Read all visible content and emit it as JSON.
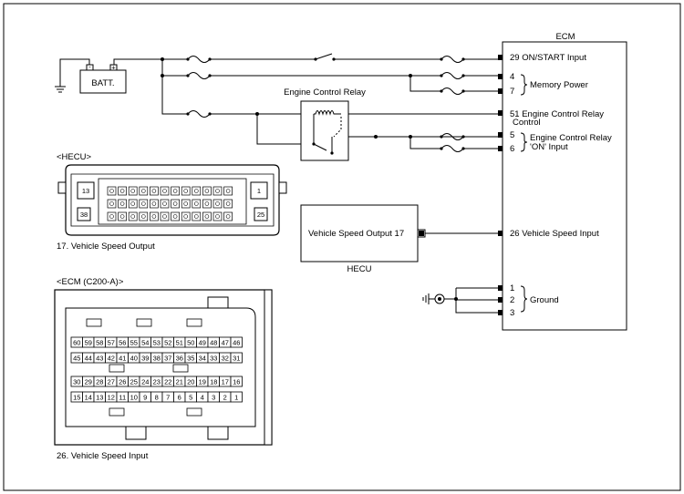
{
  "ecm": {
    "title": "ECM",
    "pins": [
      {
        "num": "29",
        "label": "ON/START Input"
      },
      {
        "num": "4",
        "label": ""
      },
      {
        "num": "7",
        "label": ""
      },
      {
        "num": "51",
        "label": "Engine Control Relay"
      },
      {
        "num": "5",
        "label": ""
      },
      {
        "num": "6",
        "label": ""
      },
      {
        "num": "26",
        "label": "Vehicle Speed Input"
      },
      {
        "num": "1",
        "label": ""
      },
      {
        "num": "2",
        "label": ""
      },
      {
        "num": "3",
        "label": ""
      }
    ],
    "memory_power": "Memory Power",
    "control_word": "Control",
    "ecr_on_line1": "Engine Control Relay",
    "ecr_on_line2": "'ON' Input",
    "ground": "Ground"
  },
  "battery": {
    "label": "BATT."
  },
  "relay": {
    "label": "Engine Control Relay"
  },
  "hecu_box": {
    "output_label": "Vehicle Speed Output 17",
    "name": "HECU"
  },
  "hecu_connector": {
    "title": "<HECU>",
    "caption": "17. Vehicle Speed Output",
    "side_pins": {
      "top_left": "13",
      "top_right": "1",
      "bottom_left": "38",
      "bottom_right": "25"
    }
  },
  "ecm_connector": {
    "title": "<ECM (C200-A)>",
    "caption": "26. Vehicle Speed Input",
    "rows": [
      [
        "60",
        "59",
        "58",
        "57",
        "56",
        "55",
        "54",
        "53",
        "52",
        "51",
        "50",
        "49",
        "48",
        "47",
        "46"
      ],
      [
        "45",
        "44",
        "43",
        "42",
        "41",
        "40",
        "39",
        "38",
        "37",
        "36",
        "35",
        "34",
        "33",
        "32",
        "31"
      ],
      [
        "30",
        "29",
        "28",
        "27",
        "26",
        "25",
        "24",
        "23",
        "22",
        "21",
        "20",
        "19",
        "18",
        "17",
        "16"
      ],
      [
        "15",
        "14",
        "13",
        "12",
        "11",
        "10",
        "9",
        "8",
        "7",
        "6",
        "5",
        "4",
        "3",
        "2",
        "1"
      ]
    ]
  }
}
